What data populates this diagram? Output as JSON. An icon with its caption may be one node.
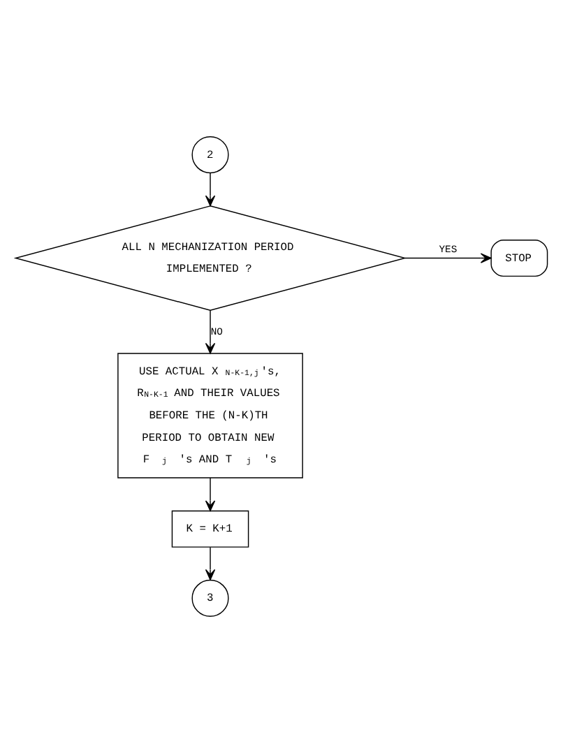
{
  "diagram": {
    "nodes": [
      {
        "text": [
          "2"
        ]
      },
      {
        "text": [
          "ALL N MECHANIZATION PERIOD IMPLEMENTED ?"
        ]
      },
      {
        "text": [
          "STOP"
        ]
      },
      {
        "text": [
          "USE ACTUAL X$_{N-K-1,j}$'s, R$_{N-K-1}$ AND THEIR VALUES BEFORE THE (N-K)TH PERIOD TO OBTAIN NEW F$_{j}$'s AND T$_{j}$'s"
        ]
      },
      {
        "text": [
          "K = K+1"
        ]
      },
      {
        "text": [
          "3"
        ]
      }
    ],
    "edges": [
      {
        "from": 0,
        "to": 1,
        "arrow": "to"
      },
      {
        "from": 1,
        "to": 2,
        "arrow": "to",
        "label": "YES"
      },
      {
        "from": 1,
        "to": 3,
        "arrow": "to",
        "label": "NO"
      },
      {
        "from": 3,
        "to": 4,
        "arrow": "to"
      },
      {
        "from": 4,
        "to": 5,
        "arrow": "to"
      }
    ]
  }
}
